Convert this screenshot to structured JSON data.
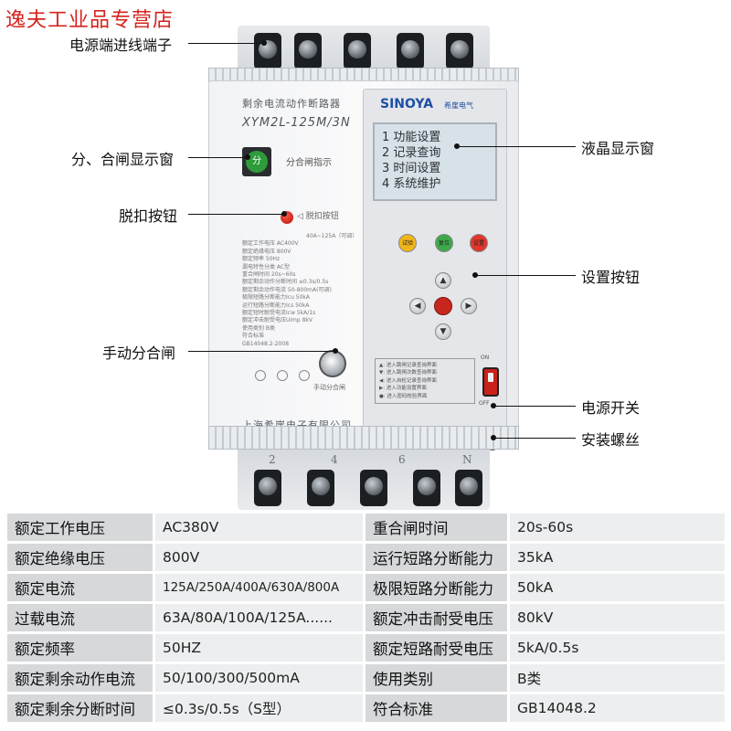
{
  "store": {
    "name": "逸夫工业品专营店"
  },
  "device": {
    "title": "剩余电流动作断路器",
    "model": "XYM2L-125M/3N",
    "status_text": "分",
    "status_label": "分合闸指示",
    "trip_label": "脱扣按钮",
    "current_range": "40A~125A（可调）",
    "spec_lines": [
      "额定工作电压 AC400V",
      "额定绝缘电压 800V",
      "额定频率 50Hz",
      "漏电特性分类 AC型",
      "重合闸时间 20s~60s",
      "额定剩余动作分断时间 ≤0.3s/0.5s",
      "额定剩余动作电流 50-800mA(可调)",
      "极限短路分断能力Icu 50kA",
      "运行短路分断能力Ics 50kA",
      "额定短时耐受电流Icw 5kA/1s",
      "额定冲击耐受电压Uimp 8kV",
      "使用类别 B类",
      "符合标准"
    ],
    "standard": "GB14048.2-2008",
    "knob_label": "手动分合闸",
    "maker": "上海希崖电子有限公司",
    "brand": "SINOYA",
    "brand_cn": "希崖电气",
    "lcd": [
      "1 功能设置",
      "2 记录查询",
      "3 时间设置",
      "4 系统维护"
    ],
    "keys": [
      "试验",
      "复位",
      "设置"
    ],
    "menu_notes": [
      "进入跳闸记录查询界面",
      "进入跳闸次数查询界面",
      "进入自检记录查询界面",
      "进入功能设置界面",
      "进入密码校验界面"
    ],
    "switch_on": "ON",
    "switch_off": "OFF",
    "bottom_terminals": [
      "2",
      "4",
      "6",
      "N"
    ]
  },
  "callouts": {
    "terminal": "电源端进线端子",
    "status_window": "分、合闸显示窗",
    "trip_button": "脱扣按钮",
    "manual_switch": "手动分合闸",
    "lcd": "液晶显示窗",
    "set_buttons": "设置按钮",
    "power_switch": "电源开关",
    "mount_screw": "安装螺丝"
  },
  "specs": {
    "rows": [
      {
        "l1": "额定工作电压",
        "v1": "AC380V",
        "l2": "重合闸时间",
        "v2": "20s-60s"
      },
      {
        "l1": "额定绝缘电压",
        "v1": "800V",
        "l2": "运行短路分断能力",
        "v2": "35kA"
      },
      {
        "l1": "额定电流",
        "v1": "125A/250A/400A/630A/800A",
        "l2": "极限短路分断能力",
        "v2": "50kA"
      },
      {
        "l1": "过载电流",
        "v1": "63A/80A/100A/125A......",
        "l2": "额定冲击耐受电压",
        "v2": "80kV"
      },
      {
        "l1": "额定频率",
        "v1": "50HZ",
        "l2": "额定短路耐受电压",
        "v2": "5kA/0.5s"
      },
      {
        "l1": "额定剩余动作电流",
        "v1": "50/100/300/500mA",
        "l2": "使用类别",
        "v2": "B类"
      },
      {
        "l1": "额定剩余分断时间",
        "v1": "≤0.3s/0.5s（S型）",
        "l2": "符合标准",
        "v2": "GB14048.2"
      }
    ]
  }
}
